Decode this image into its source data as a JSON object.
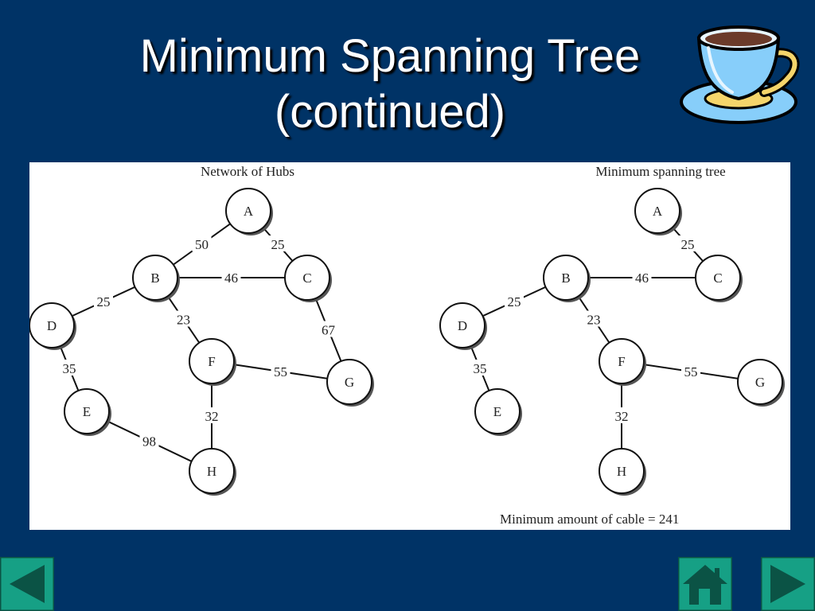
{
  "slide": {
    "title_line1": "Minimum Spanning Tree",
    "title_line2": "(continued)"
  },
  "diagram_left": {
    "caption": "Network of Hubs",
    "nodes": [
      "A",
      "B",
      "C",
      "D",
      "E",
      "F",
      "G",
      "H"
    ],
    "edges": [
      {
        "from": "A",
        "to": "B",
        "weight": "50"
      },
      {
        "from": "A",
        "to": "C",
        "weight": "25"
      },
      {
        "from": "B",
        "to": "C",
        "weight": "46"
      },
      {
        "from": "B",
        "to": "D",
        "weight": "25"
      },
      {
        "from": "B",
        "to": "F",
        "weight": "23"
      },
      {
        "from": "C",
        "to": "G",
        "weight": "67"
      },
      {
        "from": "D",
        "to": "E",
        "weight": "35"
      },
      {
        "from": "F",
        "to": "G",
        "weight": "55"
      },
      {
        "from": "F",
        "to": "H",
        "weight": "32"
      },
      {
        "from": "E",
        "to": "H",
        "weight": "98"
      }
    ]
  },
  "diagram_right": {
    "caption": "Minimum spanning tree",
    "nodes": [
      "A",
      "B",
      "C",
      "D",
      "E",
      "F",
      "G",
      "H"
    ],
    "edges": [
      {
        "from": "A",
        "to": "C",
        "weight": "25"
      },
      {
        "from": "B",
        "to": "C",
        "weight": "46"
      },
      {
        "from": "B",
        "to": "D",
        "weight": "25"
      },
      {
        "from": "B",
        "to": "F",
        "weight": "23"
      },
      {
        "from": "D",
        "to": "E",
        "weight": "35"
      },
      {
        "from": "F",
        "to": "G",
        "weight": "55"
      },
      {
        "from": "F",
        "to": "H",
        "weight": "32"
      }
    ],
    "total_label": "Minimum amount of cable = 241"
  },
  "icons": {
    "cup": "coffee-cup-icon",
    "prev": "previous-arrow-icon",
    "home": "home-icon",
    "next": "next-arrow-icon"
  },
  "colors": {
    "background": "#003366",
    "nav_fill": "#16a085",
    "nav_dark": "#0b5345",
    "cup_body": "#87cefa",
    "cup_rim": "#f5d56b"
  }
}
